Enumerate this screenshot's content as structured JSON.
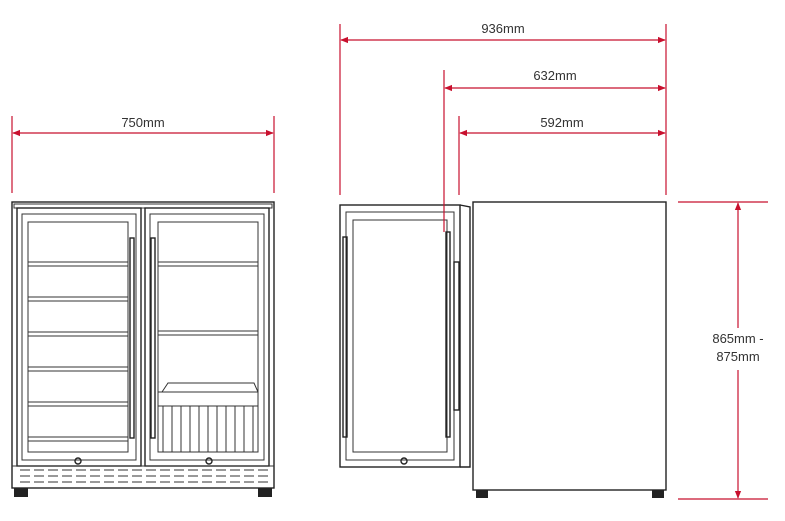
{
  "colors": {
    "dimension": "#c8102e",
    "outline": "#222222",
    "text": "#333333"
  },
  "dimensions": {
    "front_width": "750mm",
    "total_depth": "936mm",
    "depth_door_open": "632mm",
    "cabinet_depth": "592mm",
    "height_line1": "865mm -",
    "height_line2": "875mm"
  }
}
